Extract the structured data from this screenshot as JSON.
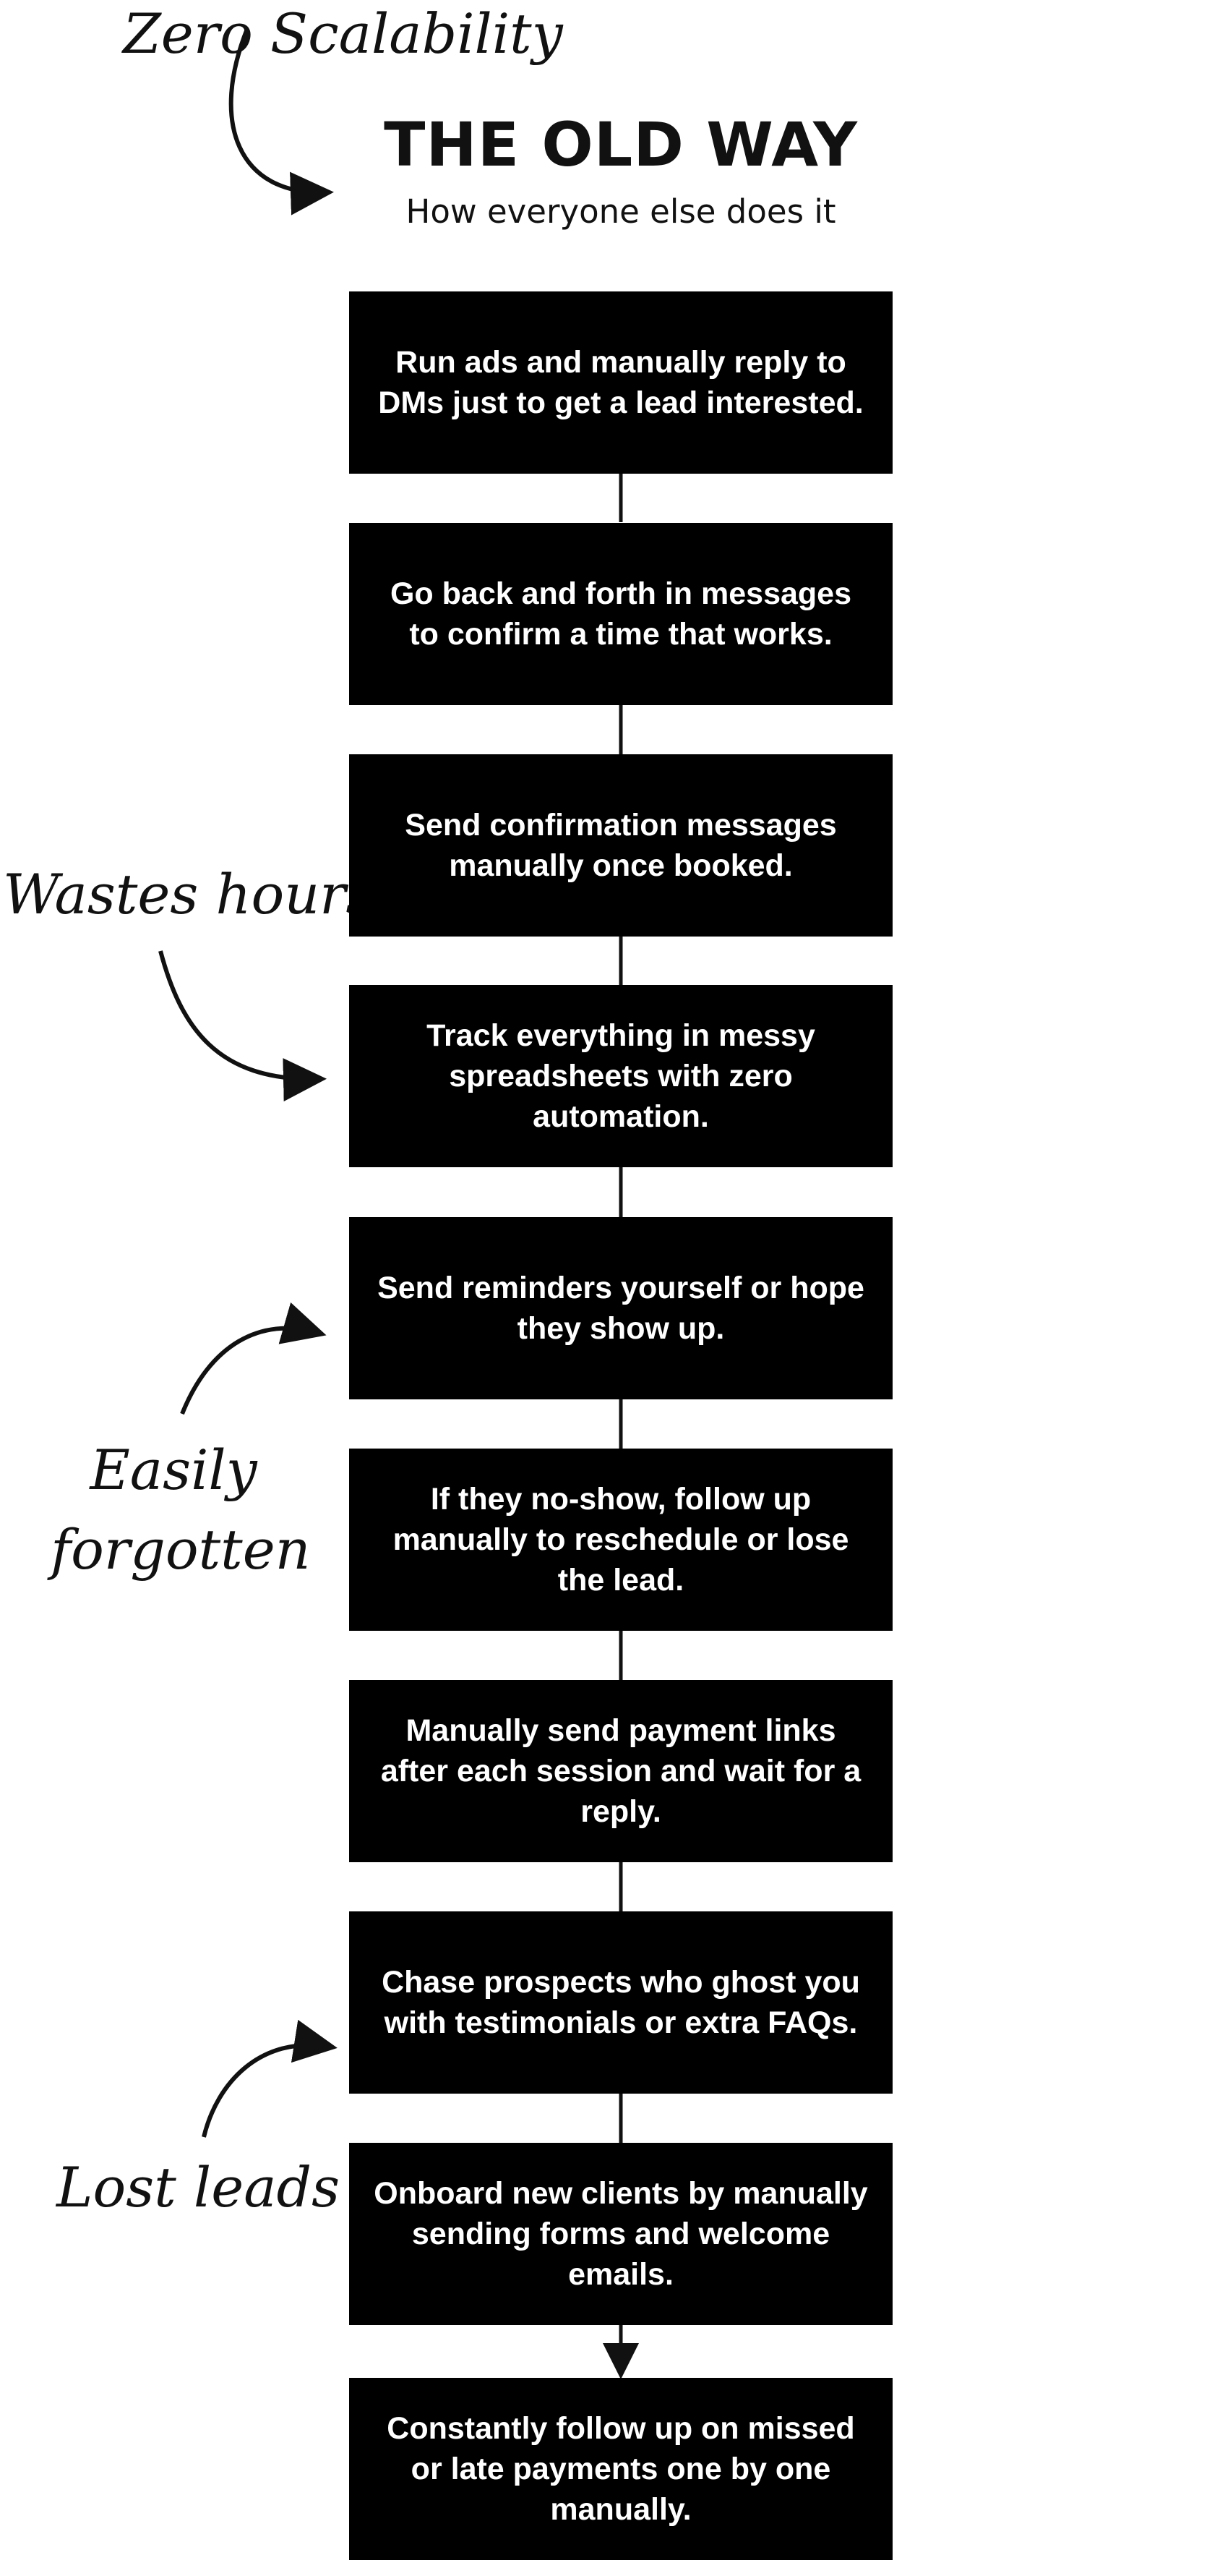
{
  "header": {
    "title": "THE OLD WAY",
    "subtitle": "How everyone else does it"
  },
  "annotations": [
    "Zero Scalability",
    "Wastes hours",
    "Easily forgotten",
    "Lost leads"
  ],
  "steps": [
    "Run ads and manually reply to DMs just to get a lead interested.",
    "Go back and forth in messages to confirm a time that works.",
    "Send confirmation messages manually once booked.",
    "Track everything in messy spreadsheets with zero automation.",
    "Send reminders yourself or hope they show up.",
    "If they no-show, follow up manually to reschedule or lose the lead.",
    "Manually send payment links after each session and wait for a reply.",
    "Chase prospects who ghost you with testimonials or extra FAQs.",
    "Onboard new clients by manually sending forms and welcome emails.",
    "Constantly follow up on missed or late payments one by one manually."
  ],
  "colors": {
    "box": "#000000",
    "box_text": "#ffffff",
    "ink": "#111111"
  }
}
